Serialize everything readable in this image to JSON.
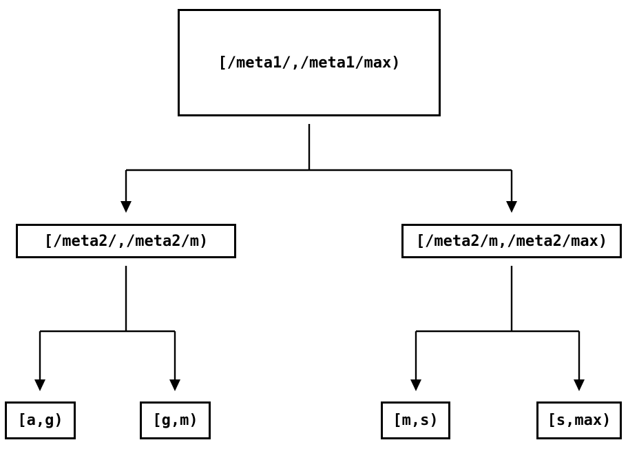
{
  "diagram": {
    "type": "tree",
    "background_color": "#ffffff",
    "line_color": "#000000",
    "arrow_color": "#000000",
    "nodes": {
      "root": {
        "label": "[/meta1/,/meta1/max)"
      },
      "left": {
        "label": "[/meta2/,/meta2/m)"
      },
      "right": {
        "label": "[/meta2/m,/meta2/max)"
      },
      "leaf_ag": {
        "label": "[a,g)"
      },
      "leaf_gm": {
        "label": "[g,m)"
      },
      "leaf_ms": {
        "label": "[m,s)"
      },
      "leaf_smax": {
        "label": "[s,max)"
      }
    },
    "edges": [
      {
        "from": "root",
        "to": "left"
      },
      {
        "from": "root",
        "to": "right"
      },
      {
        "from": "left",
        "to": "leaf_ag"
      },
      {
        "from": "left",
        "to": "leaf_gm"
      },
      {
        "from": "right",
        "to": "leaf_ms"
      },
      {
        "from": "right",
        "to": "leaf_smax"
      }
    ]
  }
}
